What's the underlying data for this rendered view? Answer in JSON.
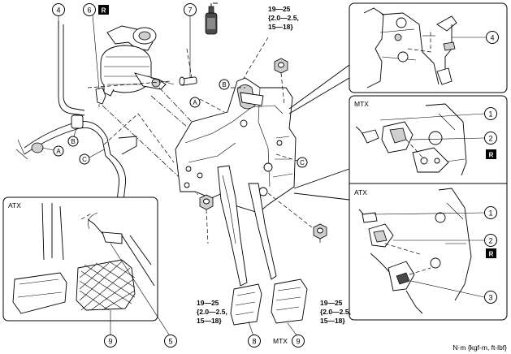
{
  "callouts": {
    "c1a": "1",
    "c1b": "1",
    "c2a": "2",
    "c2b": "2",
    "c3": "3",
    "c4a": "4",
    "c4b": "4",
    "c5": "5",
    "c6": "6",
    "c7": "7",
    "c8": "8",
    "c9a": "9",
    "c9b": "9"
  },
  "letters": {
    "a1": "A",
    "a2": "A",
    "b1": "B",
    "b2": "B",
    "c1": "C",
    "c2": "C"
  },
  "r_badge": "R",
  "labels": {
    "atx_left": "ATX",
    "mtx_right": "MTX",
    "atx_right": "ATX",
    "mtx_bottom": "MTX"
  },
  "torque": {
    "top": [
      "19—25",
      "{2.0—2.5,",
      "15—18}"
    ],
    "mid": [
      "19—25",
      "{2.0—2.5,",
      "15—18}"
    ],
    "bottom": [
      "19—25",
      "{2.0—2.5,",
      "15—18}"
    ]
  },
  "unit_note": "N·m {kgf-m, ft-lbf}"
}
